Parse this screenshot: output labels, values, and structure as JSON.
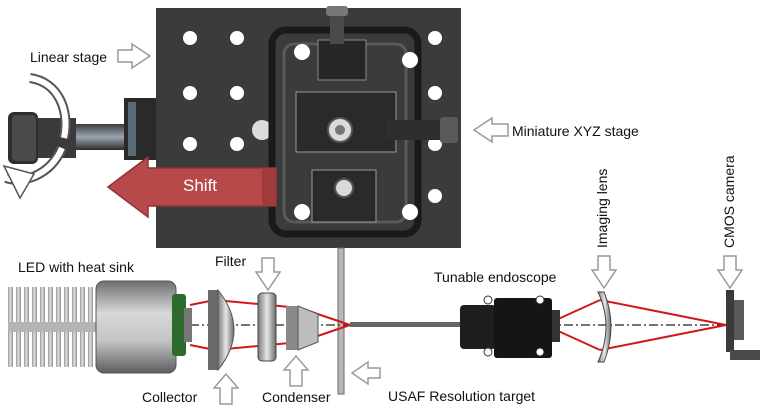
{
  "labels": {
    "linear_stage": "Linear stage",
    "miniature_xyz_stage": "Miniature XYZ stage",
    "shift": "Shift",
    "led_with_heat_sink": "LED with heat sink",
    "filter": "Filter",
    "tunable_endoscope": "Tunable endoscope",
    "imaging_lens": "Imaging lens",
    "cmos_camera": "CMOS camera",
    "collector": "Collector",
    "condenser": "Condenser",
    "usaf_resolution_target": "USAF Resolution target"
  },
  "colors": {
    "plate": "#3b3b3d",
    "beam": "#d0191c",
    "shift_arrow": "#b8494a",
    "callout_arrow_stroke": "#9a9a9a"
  }
}
